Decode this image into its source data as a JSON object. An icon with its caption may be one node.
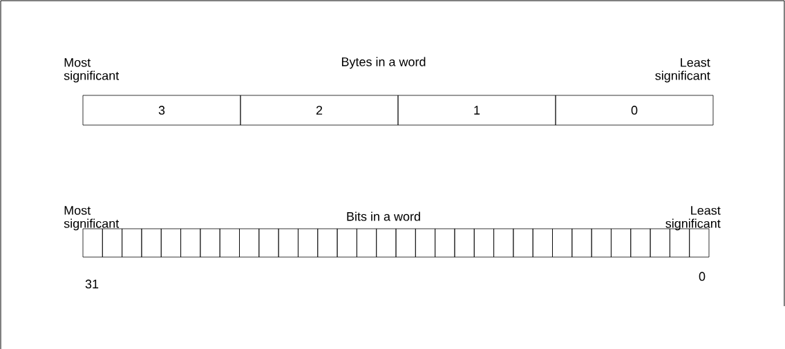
{
  "diagram": {
    "nodes": [
      {
        "text": [
          "3"
        ]
      },
      {
        "text": [
          "2"
        ]
      },
      {
        "text": [
          "1"
        ]
      },
      {
        "text": [
          "0"
        ]
      },
      {
        "text": [],
        "shape": "box"
      },
      {
        "text": [],
        "shape": "box"
      },
      {
        "text": [],
        "shape": "box"
      },
      {
        "text": [],
        "shape": "box"
      },
      {
        "text": [],
        "shape": "box"
      },
      {
        "text": [],
        "shape": "box"
      },
      {
        "text": [],
        "shape": "box"
      },
      {
        "text": [],
        "shape": "box"
      },
      {
        "text": [],
        "shape": "box"
      },
      {
        "text": [],
        "shape": "box"
      },
      {
        "text": [],
        "shape": "box"
      },
      {
        "text": [],
        "shape": "box"
      },
      {
        "text": [],
        "shape": "box"
      },
      {
        "text": [],
        "shape": "box"
      },
      {
        "text": [],
        "shape": "box"
      },
      {
        "text": [],
        "shape": "box"
      },
      {
        "text": [],
        "shape": "box"
      },
      {
        "text": [],
        "shape": "box"
      },
      {
        "text": [],
        "shape": "box"
      },
      {
        "text": [],
        "shape": "box"
      },
      {
        "text": [],
        "shape": "box"
      },
      {
        "text": [],
        "shape": "box"
      },
      {
        "text": [],
        "shape": "box"
      },
      {
        "text": [],
        "shape": "box"
      },
      {
        "text": [],
        "shape": "box"
      },
      {
        "text": [],
        "shape": "box"
      },
      {
        "text": [],
        "shape": "box"
      },
      {
        "text": [],
        "shape": "box"
      },
      {
        "text": [],
        "shape": "box"
      },
      {
        "text": [],
        "shape": "box"
      },
      {
        "text": [],
        "shape": "box"
      },
      {
        "text": [],
        "shape": "box"
      }
    ],
    "labels": [
      "Most significant",
      "Bytes in a word",
      "Least significant",
      "Most significant",
      "Bits in a word",
      "Least significant",
      "31",
      "0"
    ]
  }
}
